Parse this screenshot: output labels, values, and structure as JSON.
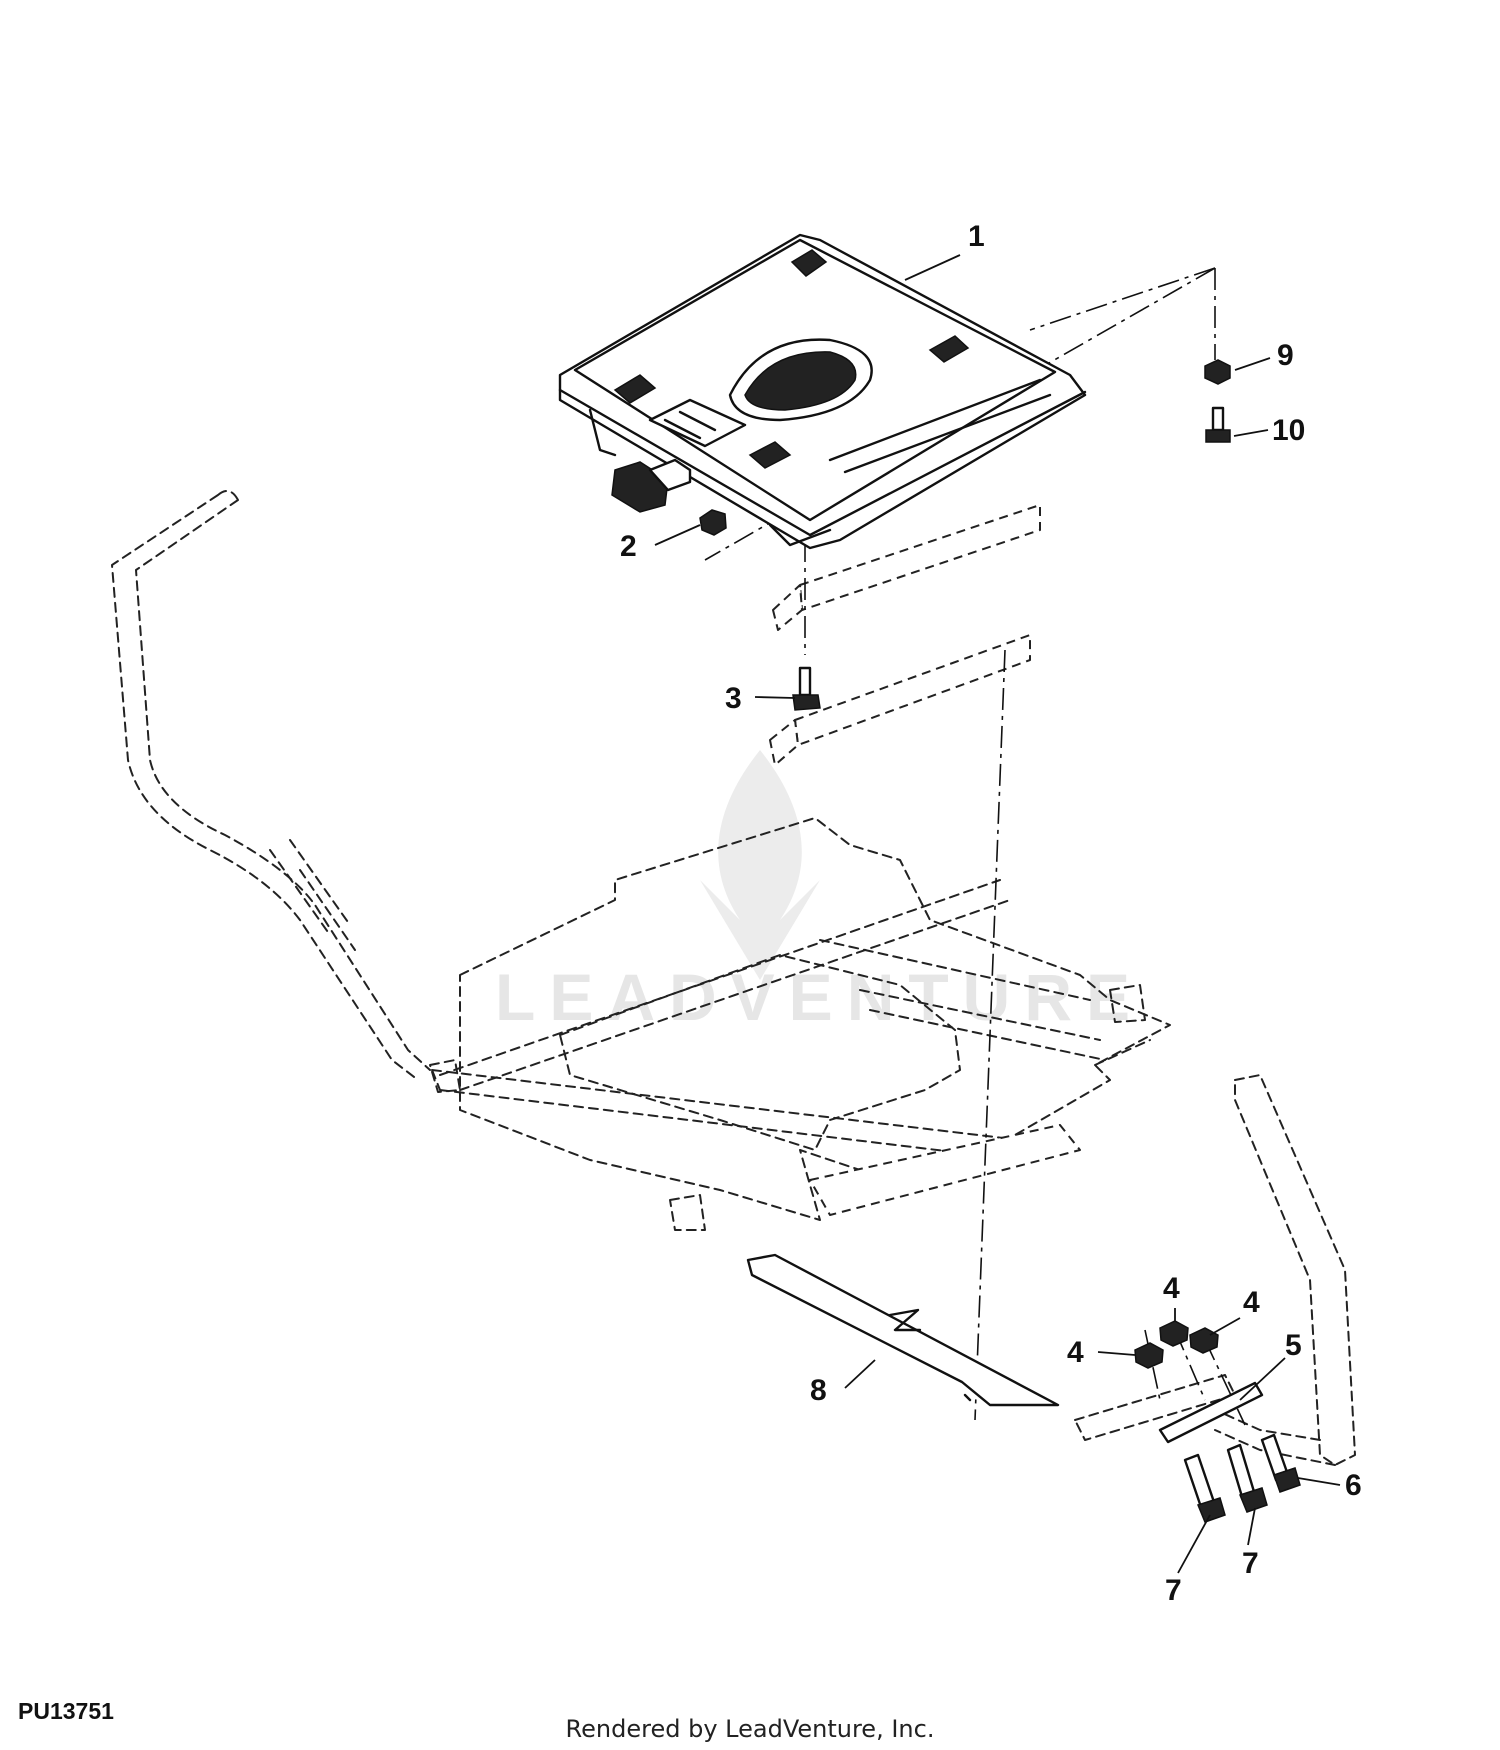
{
  "diagram": {
    "id_code": "PU13751",
    "footer": "Rendered by LeadVenture, Inc.",
    "watermark_text": "LEADVENTURE",
    "callouts": [
      {
        "label": "1"
      },
      {
        "label": "2"
      },
      {
        "label": "3"
      },
      {
        "label": "4"
      },
      {
        "label": "4"
      },
      {
        "label": "4"
      },
      {
        "label": "5"
      },
      {
        "label": "6"
      },
      {
        "label": "7"
      },
      {
        "label": "7"
      },
      {
        "label": "8"
      },
      {
        "label": "9"
      },
      {
        "label": "10"
      }
    ]
  }
}
